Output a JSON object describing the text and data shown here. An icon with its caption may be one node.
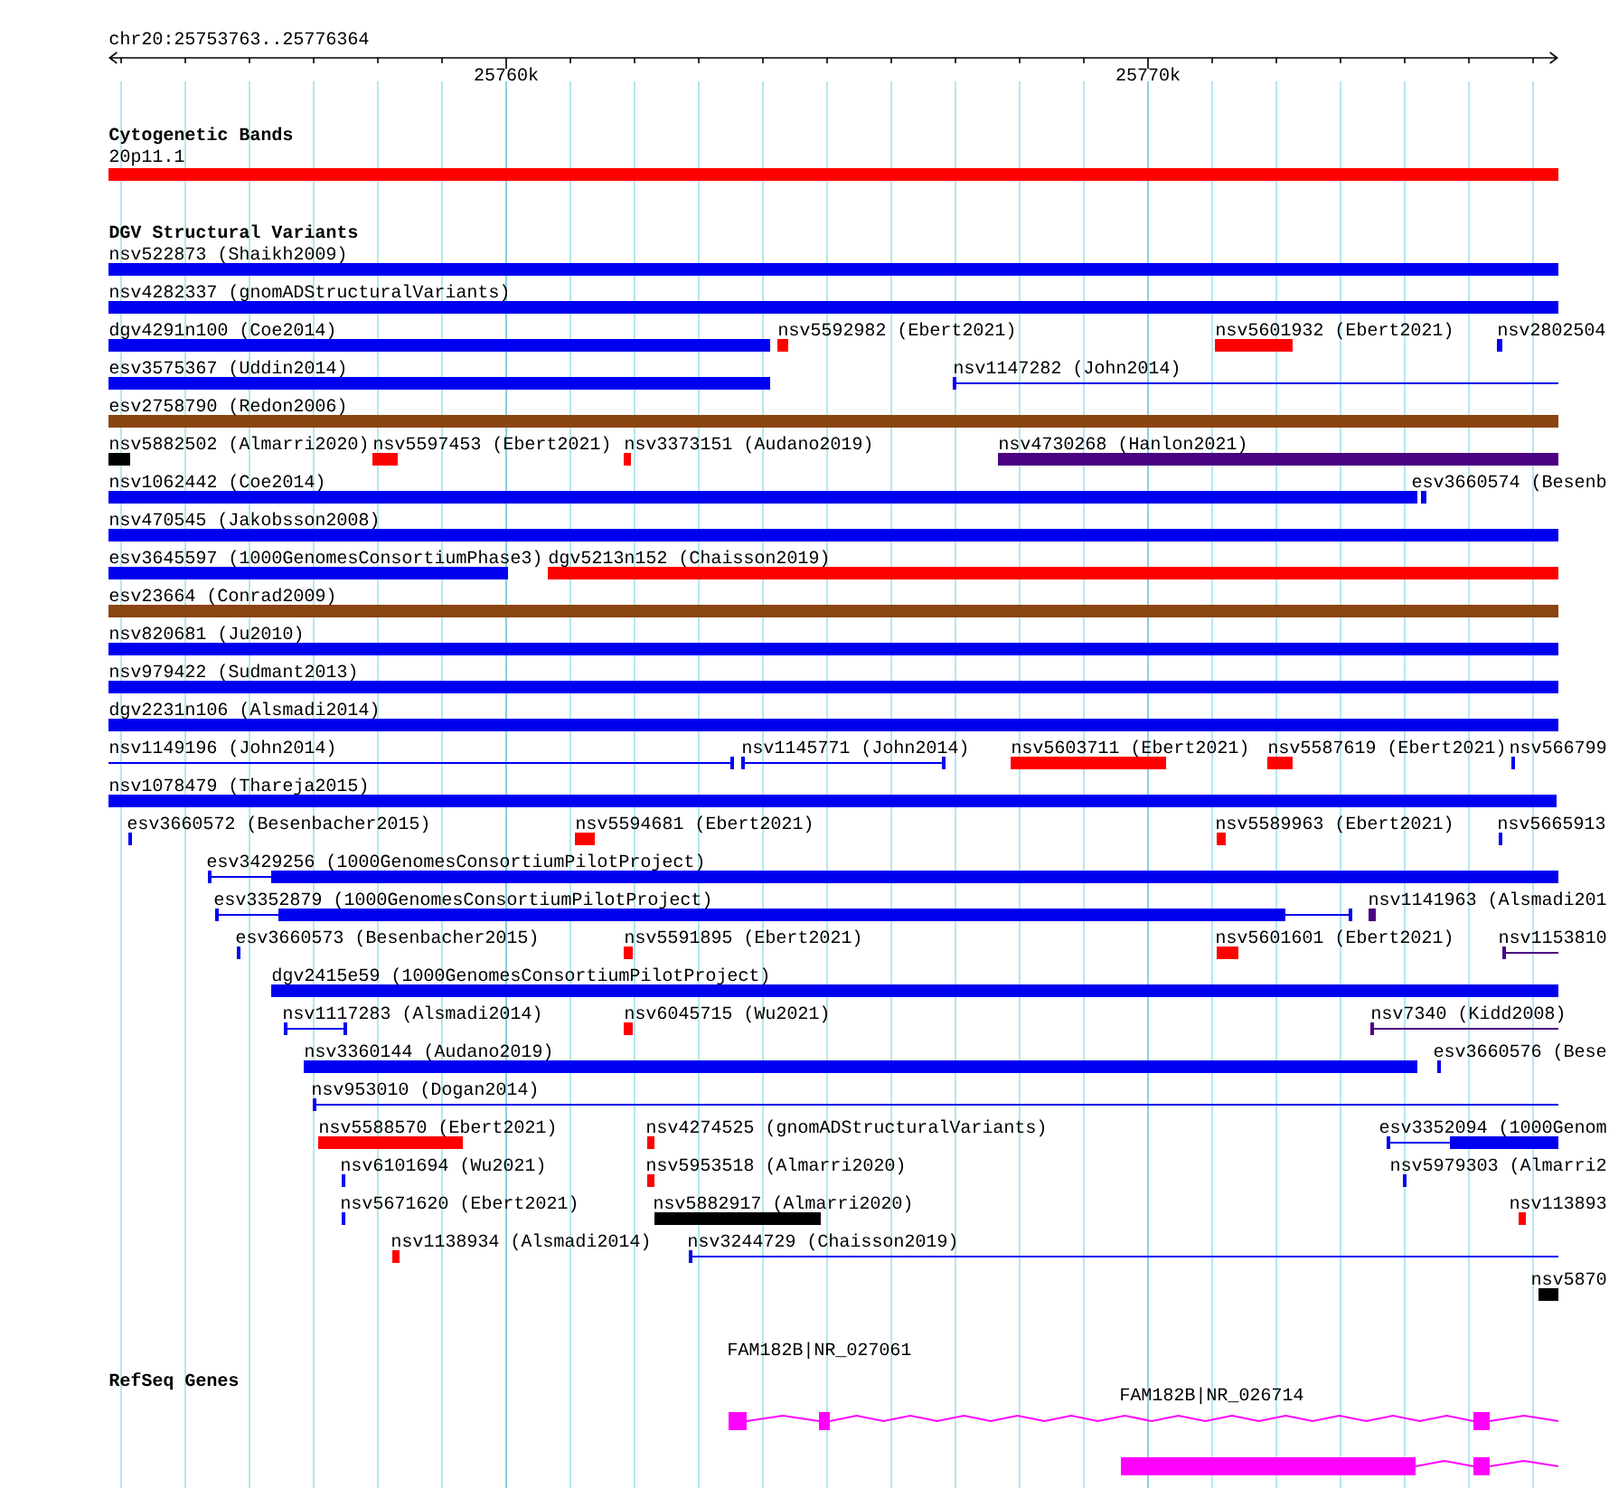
{
  "diagram": {
    "labels": [
      "chr20:25753763..25776364",
      "25760k",
      "25770k",
      "Cytogenetic Bands",
      "20p11.1",
      "DGV Structural Variants",
      "nsv522873 (Shaikh2009)",
      "nsv4282337 (gnomADStructuralVariants)",
      "dgv4291n100 (Coe2014)",
      "nsv5592982 (Ebert2021)",
      "nsv5601932 (Ebert2021)",
      "nsv2802504",
      "esv3575367 (Uddin2014)",
      "nsv1147282 (John2014)",
      "esv2758790 (Redon2006)",
      "nsv5882502 (Almarri2020)",
      "nsv5597453 (Ebert2021)",
      "nsv3373151 (Audano2019)",
      "nsv4730268 (Hanlon2021)",
      "nsv1062442 (Coe2014)",
      "esv3660574 (Besenb",
      "nsv470545 (Jakobsson2008)",
      "esv3645597 (1000GenomesConsortiumPhase3)",
      "dgv5213n152 (Chaisson2019)",
      "esv23664 (Conrad2009)",
      "nsv820681 (Ju2010)",
      "nsv979422 (Sudmant2013)",
      "dgv2231n106 (Alsmadi2014)",
      "nsv1149196 (John2014)",
      "nsv1145771 (John2014)",
      "nsv5603711 (Ebert2021)",
      "nsv5587619 (Ebert2021)",
      "nsv566799",
      "nsv1078479 (Thareja2015)",
      "esv3660572 (Besenbacher2015)",
      "nsv5594681 (Ebert2021)",
      "nsv5589963 (Ebert2021)",
      "nsv5665913",
      "esv3429256 (1000GenomesConsortiumPilotProject)",
      "esv3352879 (1000GenomesConsortiumPilotProject)",
      "nsv1141963 (Alsmadi201",
      "esv3660573 (Besenbacher2015)",
      "nsv5591895 (Ebert2021)",
      "nsv5601601 (Ebert2021)",
      "nsv1153810",
      "dgv2415e59 (1000GenomesConsortiumPilotProject)",
      "nsv1117283 (Alsmadi2014)",
      "nsv6045715 (Wu2021)",
      "nsv7340 (Kidd2008)",
      "nsv3360144 (Audano2019)",
      "esv3660576 (Bese",
      "nsv953010 (Dogan2014)",
      "nsv5588570 (Ebert2021)",
      "nsv4274525 (gnomADStructuralVariants)",
      "esv3352094 (1000Genom",
      "nsv6101694 (Wu2021)",
      "nsv5953518 (Almarri2020)",
      "nsv5979303 (Almarri2",
      "nsv5671620 (Ebert2021)",
      "nsv5882917 (Almarri2020)",
      "nsv113893",
      "nsv1138934 (Alsmadi2014)",
      "nsv3244729 (Chaisson2019)",
      "nsv5870",
      "RefSeq Genes",
      "FAM182B|NR_027061",
      "FAM182B|NR_026714"
    ]
  }
}
